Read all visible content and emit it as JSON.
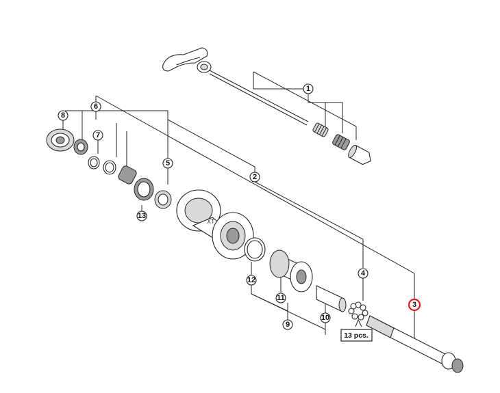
{
  "callouts": {
    "c1": "1",
    "c2": "2",
    "c3": "3",
    "c4": "4",
    "c5": "5",
    "c6": "6",
    "c7": "7",
    "c8": "8",
    "c9": "9",
    "c10": "10",
    "c11": "11",
    "c12": "12",
    "c13": "13"
  },
  "quantity_label": "13 pcs.",
  "highlight_color": "#e01818"
}
